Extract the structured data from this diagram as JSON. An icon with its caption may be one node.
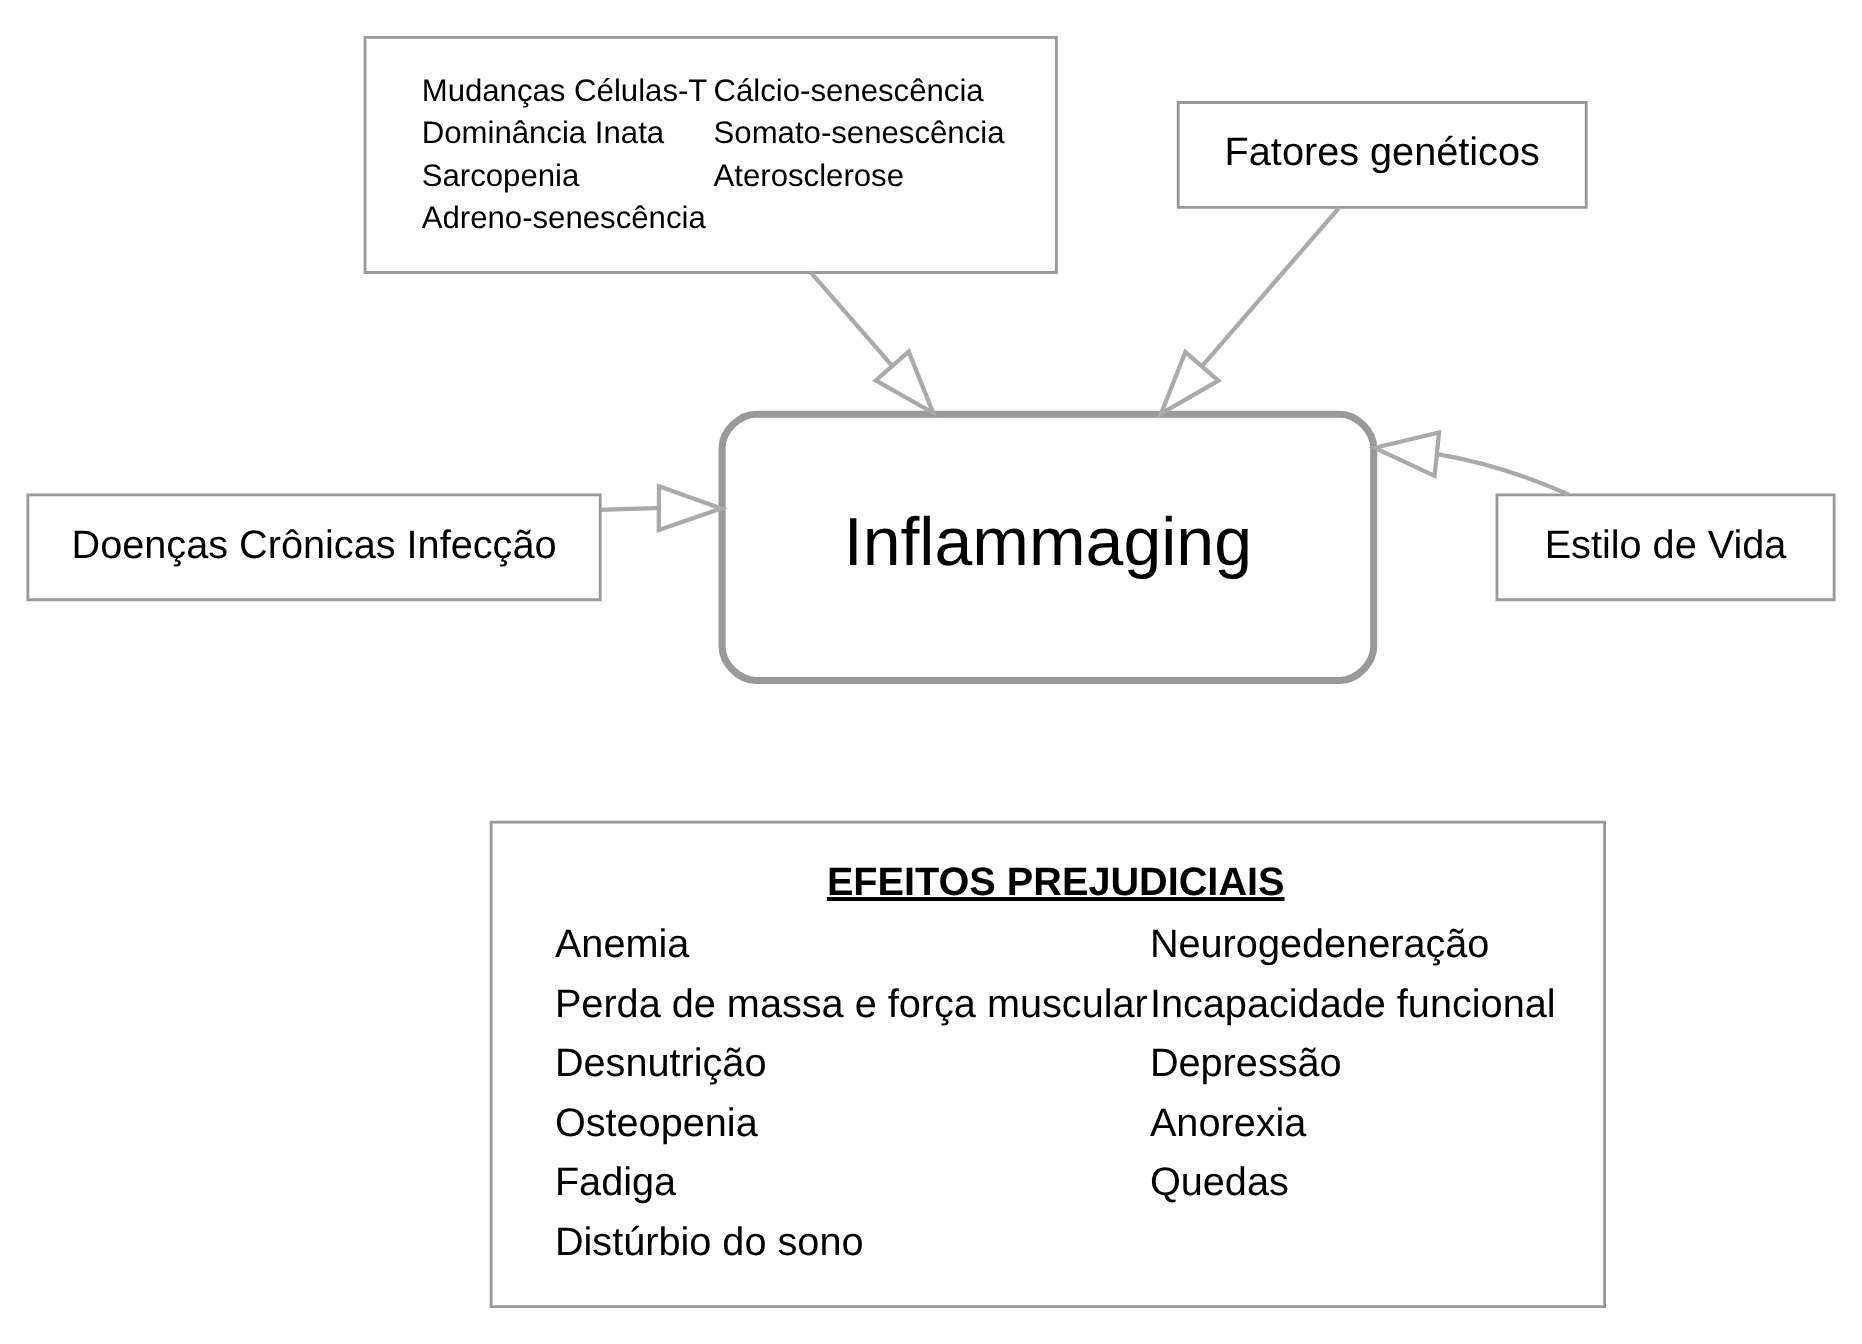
{
  "diagram": {
    "nodes": [
      {
        "text": [
          "Mudanças Células-T",
          "Dominância Inata",
          "Sarcopenia",
          "Adreno-senescência",
          "Cálcio-senescência",
          "Somato-senescência",
          "Aterosclerose"
        ]
      },
      {
        "text": [
          "Fatores genéticos"
        ]
      },
      {
        "text": [
          "Inflammaging"
        ]
      },
      {
        "text": [
          "Estilo de Vida"
        ]
      },
      {
        "text": [
          "Doenças Crônicas Infecção"
        ]
      },
      {
        "text": [
          "EFEITOS PREJUDICIAIS",
          "Anemia",
          "Perda de massa e força muscular",
          "Desnutrição",
          "Osteopenia",
          "Fadiga",
          "Distúrbio do sono",
          "Neurogedeneração",
          "Incapacidade funcional",
          "Depressão",
          "Anorexia",
          "Quedas"
        ]
      }
    ],
    "edges": [
      {
        "from": 0,
        "to": 2,
        "arrow": "to"
      },
      {
        "from": 1,
        "to": 2,
        "arrow": "to"
      },
      {
        "from": 4,
        "to": 2,
        "arrow": "to"
      },
      {
        "from": 3,
        "to": 2,
        "arrow": "to"
      }
    ]
  }
}
